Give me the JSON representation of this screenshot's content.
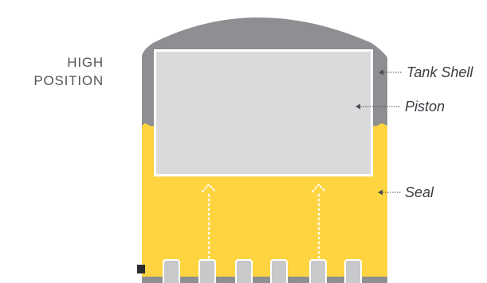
{
  "position_label": {
    "line1": "HIGH",
    "line2": "POSITION"
  },
  "callouts": {
    "tank_shell": "Tank Shell",
    "piston": "Piston",
    "seal": "Seal"
  },
  "colors": {
    "tank_shell": "#8e8f92",
    "piston": "#d9dadb",
    "seal": "#fed440",
    "text": "#3c3e44",
    "leader": "#4a4c51"
  },
  "flow_arrows": {
    "count": 2,
    "direction": "up"
  },
  "bottom_tabs": {
    "count": 6
  }
}
